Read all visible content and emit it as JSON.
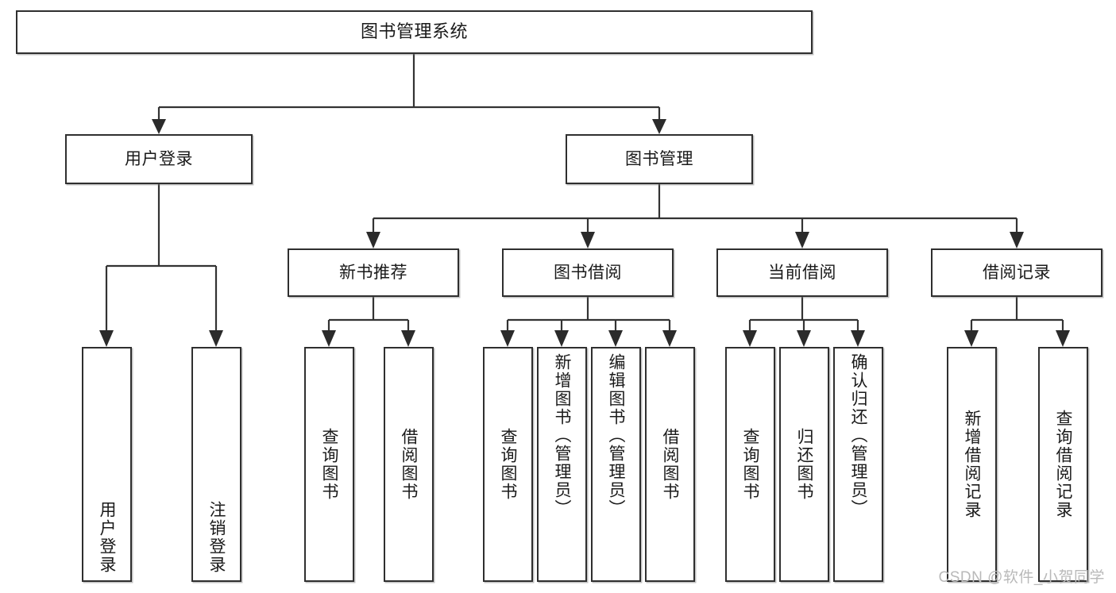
{
  "diagram": {
    "type": "tree-hierarchy",
    "title": "图书管理系统",
    "watermark": "CSDN @软件_小贺同学",
    "colors": {
      "box_border": "#2f2f2f",
      "box_fill": "#ffffff",
      "connector": "#333333",
      "arrowhead": "#2b2b2b",
      "text": "#1a1a1a",
      "watermark": "#b9b9b9",
      "background": "#ffffff"
    },
    "root": {
      "label": "图书管理系统"
    },
    "level1": [
      {
        "id": "user-login",
        "label": "用户登录"
      },
      {
        "id": "book-management",
        "label": "图书管理"
      }
    ],
    "level2": [
      {
        "id": "new-book-recommend",
        "label": "新书推荐"
      },
      {
        "id": "book-borrow",
        "label": "图书借阅"
      },
      {
        "id": "current-borrow",
        "label": "当前借阅"
      },
      {
        "id": "borrow-record",
        "label": "借阅记录"
      }
    ],
    "leaves": {
      "user_login": [
        {
          "id": "leaf-user-login",
          "label": "用户登录"
        },
        {
          "id": "leaf-logout-login",
          "label": "注销登录"
        }
      ],
      "new_book_recommend": [
        {
          "id": "leaf-query-book-1",
          "label": "查询图书"
        },
        {
          "id": "leaf-borrow-book-1",
          "label": "借阅图书"
        }
      ],
      "book_borrow": [
        {
          "id": "leaf-query-book-2",
          "label": "查询图书"
        },
        {
          "id": "leaf-add-book",
          "label": "新增图书（管理员）"
        },
        {
          "id": "leaf-edit-book",
          "label": "编辑图书（管理员）"
        },
        {
          "id": "leaf-borrow-book-2",
          "label": "借阅图书"
        }
      ],
      "current_borrow": [
        {
          "id": "leaf-query-book-3",
          "label": "查询图书"
        },
        {
          "id": "leaf-return-book",
          "label": "归还图书"
        },
        {
          "id": "leaf-confirm-return",
          "label": "确认归还（管理员）"
        }
      ],
      "borrow_record": [
        {
          "id": "leaf-add-record",
          "label": "新增借阅记录"
        },
        {
          "id": "leaf-query-record",
          "label": "查询借阅记录"
        }
      ]
    }
  }
}
